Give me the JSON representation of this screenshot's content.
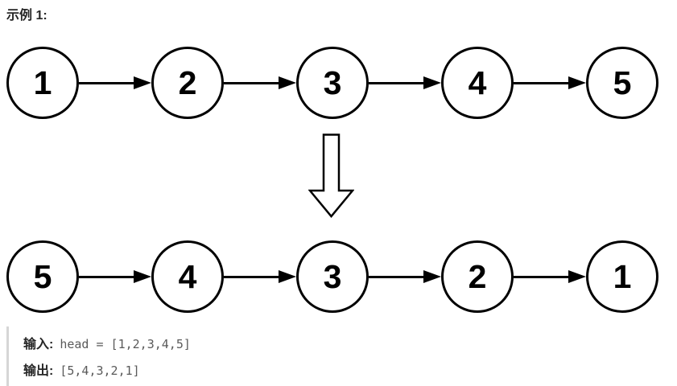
{
  "page": {
    "background": "#ffffff"
  },
  "example": {
    "title": "示例 1:"
  },
  "diagram": {
    "rows": [
      {
        "name": "original-list",
        "nodes": [
          "1",
          "2",
          "3",
          "4",
          "5"
        ]
      },
      {
        "name": "reversed-list",
        "nodes": [
          "5",
          "4",
          "3",
          "2",
          "1"
        ]
      }
    ],
    "icons": {
      "node_link": "right-arrow",
      "transform": "down-arrow"
    },
    "colors": {
      "stroke": "#000000",
      "node_fill": "#ffffff",
      "node_text": "#000000"
    }
  },
  "io_block": {
    "input_label": "输入:",
    "input_value": "head = [1,2,3,4,5]",
    "output_label": "输出:",
    "output_value": "[5,4,3,2,1]",
    "colors": {
      "label": "#262626",
      "value": "#5a5a5a",
      "border": "#d6d6d6"
    }
  }
}
